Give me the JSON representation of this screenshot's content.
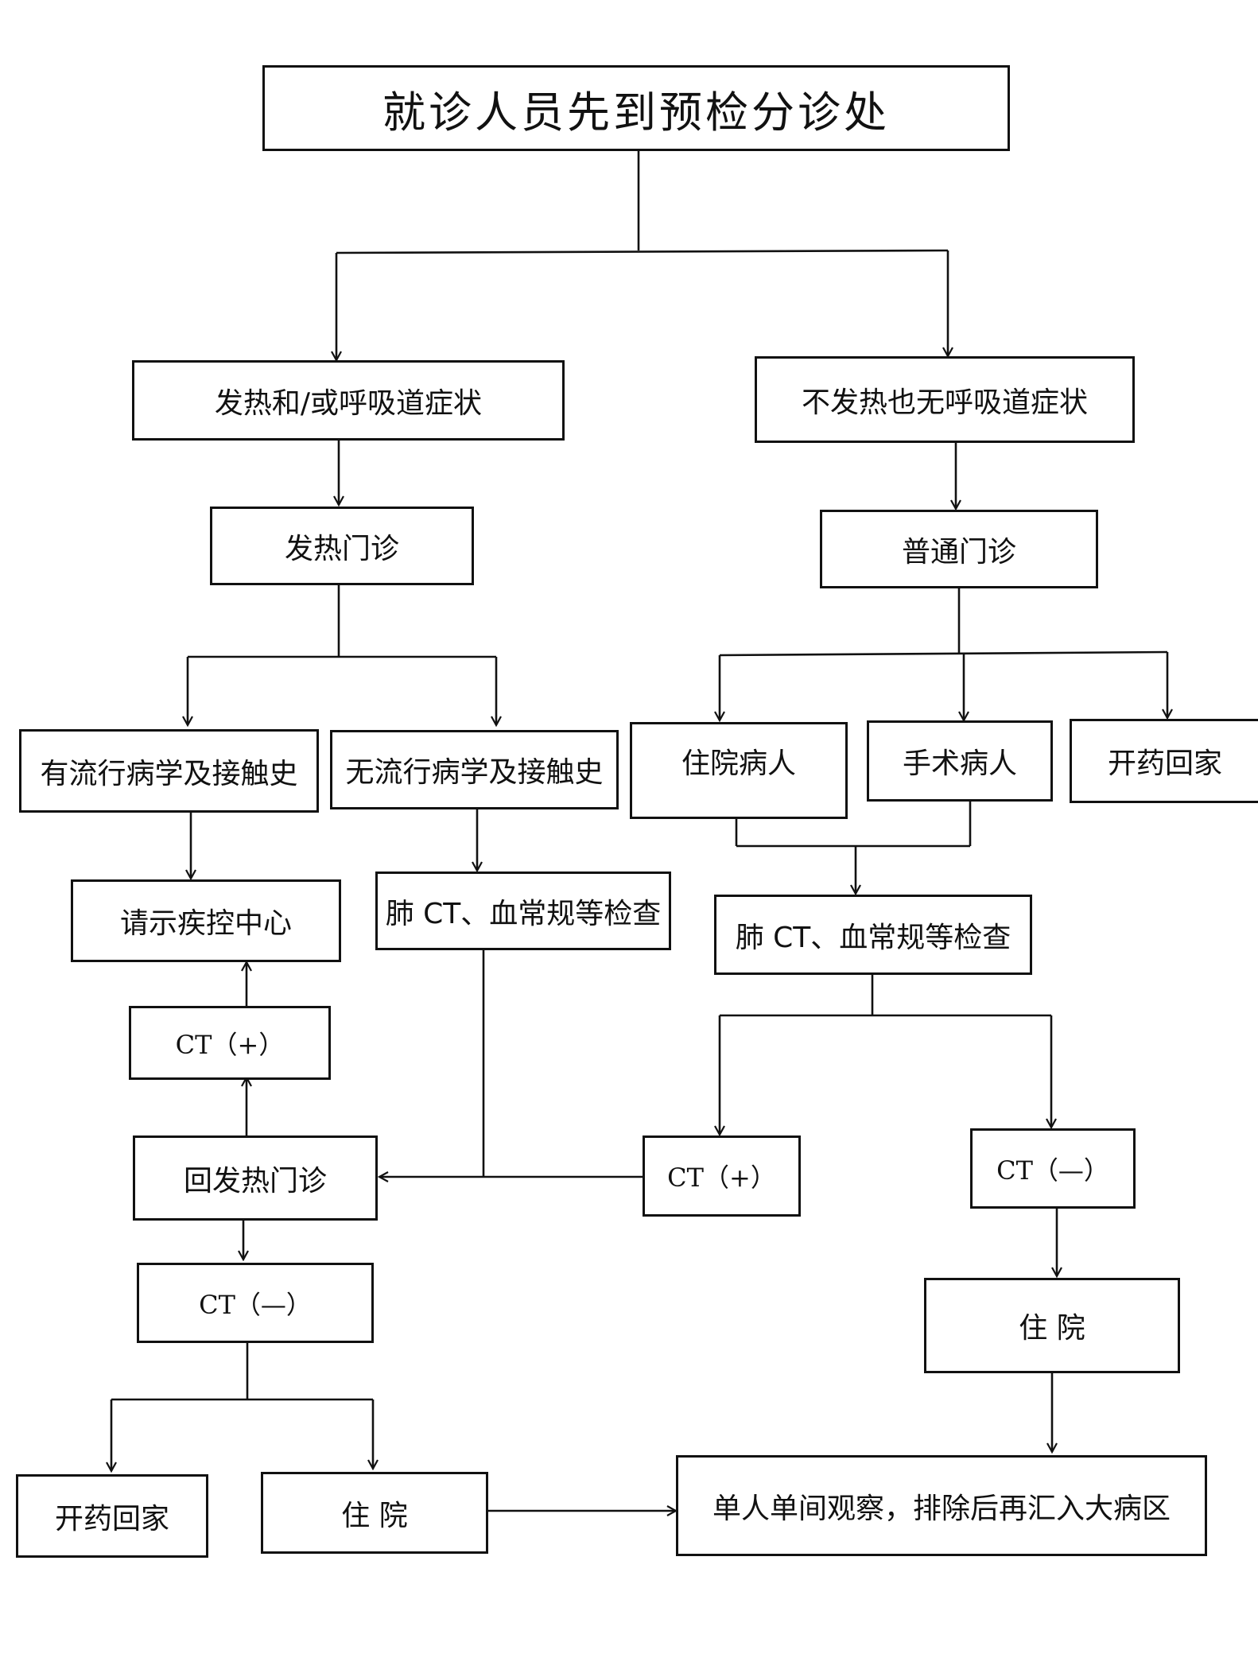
{
  "flowchart": {
    "title": "就诊人员先到预检分诊处",
    "fever_symptoms": "发热和/或呼吸道症状",
    "no_fever_symptoms": "不发热也无呼吸道症状",
    "fever_clinic": "发热门诊",
    "general_clinic": "普通门诊",
    "with_epi_contact": "有流行病学及接触史",
    "without_epi_contact": "无流行病学及接触史",
    "inpatient": "住院病人",
    "surgery_patient": "手术病人",
    "prescribe_home_right": "开药回家",
    "report_cdc": "请示疾控中心",
    "lung_ct_left": "肺 CT、血常规等检查",
    "lung_ct_right": "肺 CT、血常规等检查",
    "ct_positive_left": "CT（+）",
    "return_fever_clinic": "回发热门诊",
    "ct_positive_right": "CT（+）",
    "ct_negative_right": "CT（—）",
    "ct_negative_left": "CT（—）",
    "hospitalize_right": "住 院",
    "prescribe_home_left": "开药回家",
    "hospitalize_left": "住 院",
    "single_room": "单人单间观察，排除后再汇入大病区"
  }
}
